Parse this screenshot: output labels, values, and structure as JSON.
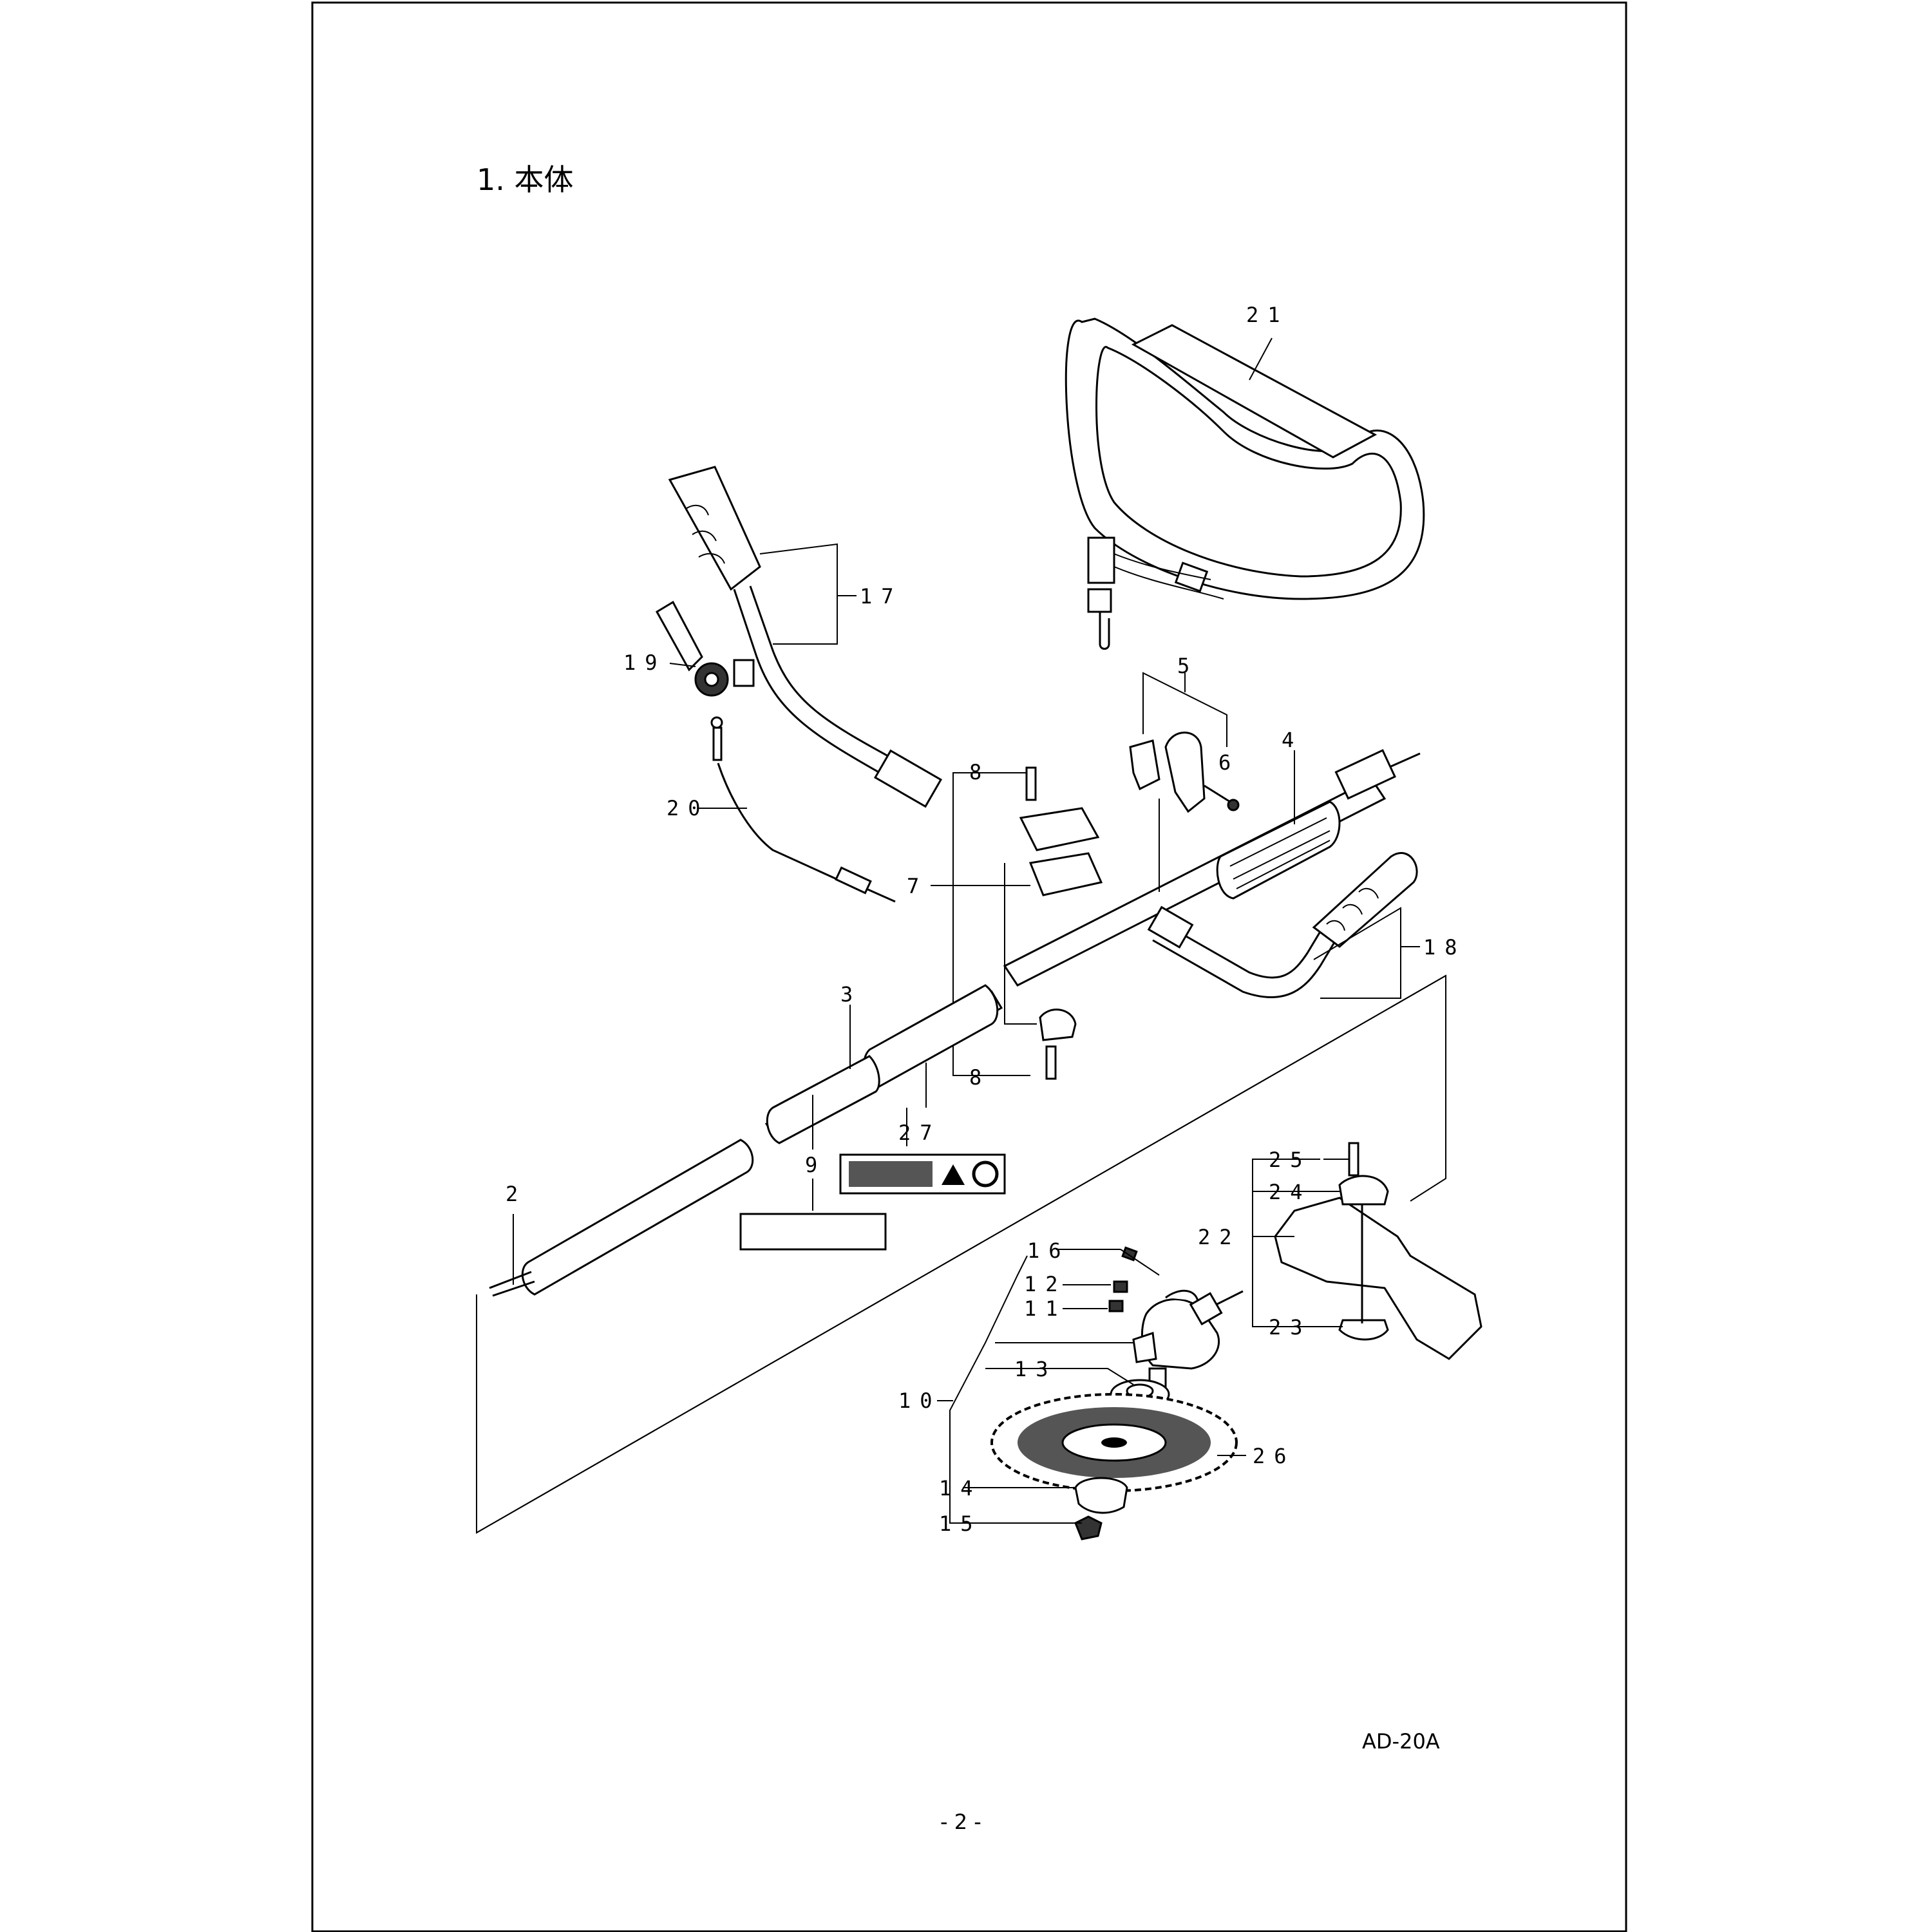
{
  "section_title": "1. 本体",
  "model_code": "AD-20A",
  "page_number": "- 2 -",
  "callouts": {
    "c2": "2",
    "c3": "3",
    "c4": "4",
    "c5": "5",
    "c6": "6",
    "c7": "7",
    "c8a": "8",
    "c8b": "8",
    "c9": "9",
    "c10": "10",
    "c11": "11",
    "c12": "12",
    "c13": "13",
    "c14": "14",
    "c15": "15",
    "c16": "16",
    "c17": "17",
    "c18": "18",
    "c19": "19",
    "c20": "20",
    "c21": "21",
    "c22": "22",
    "c23": "23",
    "c24": "24",
    "c25": "25",
    "c26": "26",
    "c27": "27"
  }
}
